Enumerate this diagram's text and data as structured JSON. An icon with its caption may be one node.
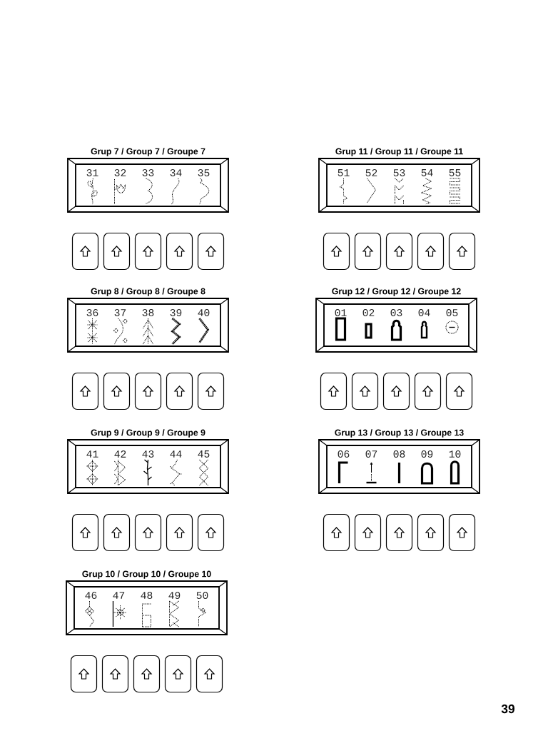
{
  "diagram": {
    "nodes": [
      {
        "text": [
          "Grup 7 / Group 7 / Groupe 7"
        ]
      },
      {
        "text": [],
        "shape": "box"
      },
      {
        "text": [],
        "shape": "box"
      },
      {
        "text": [],
        "shape": "box"
      },
      {
        "text": [],
        "shape": "box"
      },
      {
        "text": [],
        "shape": "box"
      },
      {
        "text": [
          "Grup 8 / Group 8 / Groupe 8"
        ]
      },
      {
        "text": [],
        "shape": "box"
      },
      {
        "text": [],
        "shape": "box"
      },
      {
        "text": [],
        "shape": "box"
      },
      {
        "text": [],
        "shape": "box"
      },
      {
        "text": [],
        "shape": "box"
      },
      {
        "text": [
          "Grup 9 / Group 9 / Groupe 9"
        ]
      },
      {
        "text": [],
        "shape": "box"
      },
      {
        "text": [],
        "shape": "box"
      },
      {
        "text": [],
        "shape": "box"
      },
      {
        "text": [],
        "shape": "box"
      },
      {
        "text": [],
        "shape": "box"
      },
      {
        "text": [
          "Grup 10 / Group 10 / Groupe 10"
        ]
      },
      {
        "text": [],
        "shape": "box"
      },
      {
        "text": [],
        "shape": "box"
      },
      {
        "text": [],
        "shape": "box"
      },
      {
        "text": [],
        "shape": "box"
      },
      {
        "text": [],
        "shape": "box"
      },
      {
        "text": [
          "Grup 11 / Group 11 / Groupe 11"
        ]
      },
      {
        "text": [],
        "shape": "box"
      },
      {
        "text": [],
        "shape": "box"
      },
      {
        "text": [],
        "shape": "box"
      },
      {
        "text": [],
        "shape": "box"
      },
      {
        "text": [],
        "shape": "box"
      },
      {
        "text": [
          "Grup 12 / Group 12 / Groupe 12"
        ]
      },
      {
        "text": [],
        "shape": "box"
      },
      {
        "text": [],
        "shape": "box"
      },
      {
        "text": [],
        "shape": "box"
      },
      {
        "text": [],
        "shape": "box"
      },
      {
        "text": [],
        "shape": "box"
      },
      {
        "text": [
          "Grup 13 / Group 13 / Groupe 13"
        ]
      },
      {
        "text": [],
        "shape": "box"
      },
      {
        "text": [],
        "shape": "box"
      },
      {
        "text": [],
        "shape": "box"
      },
      {
        "text": [],
        "shape": "box"
      },
      {
        "text": [],
        "shape": "box"
      }
    ],
    "labels": [
      "31",
      "32",
      "33",
      "34",
      "35",
      "36",
      "37",
      "38",
      "39",
      "40",
      "41",
      "42",
      "43",
      "44",
      "45",
      "46",
      "47",
      "48",
      "49",
      "50",
      "51",
      "52",
      "53",
      "54",
      "55",
      "01",
      "02",
      "03",
      "04",
      "05",
      "06",
      "07",
      "08",
      "09",
      "10",
      "39"
    ]
  }
}
